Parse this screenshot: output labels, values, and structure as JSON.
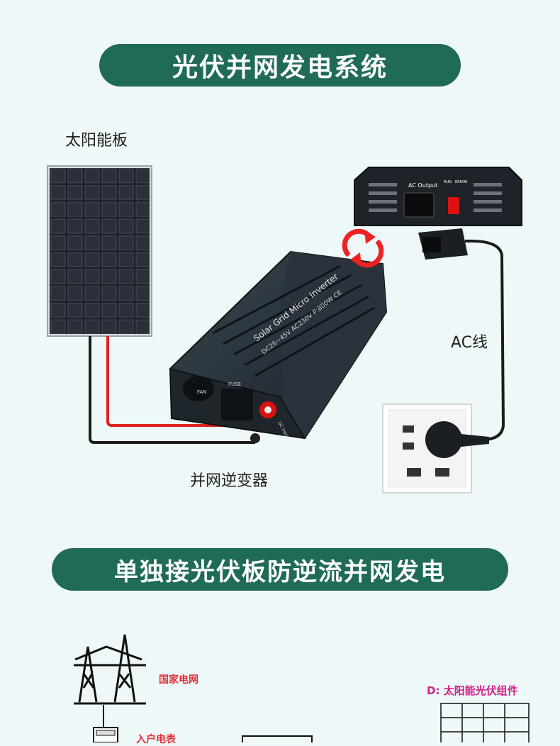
{
  "section1": {
    "title": "光伏并网发电系统",
    "panel_label": "太阳能板",
    "inverter_label": "并网逆变器",
    "ac_label": "AC线",
    "inverter_text_line1": "Solar Grid Micro Inverter",
    "inverter_text_line2": "DC26~45V AC230V P:800W CE",
    "ac_output_label": "AC Output",
    "run_label": "RUN",
    "error_label": "ERROR",
    "fan_label": "FAN",
    "fuse_label": "FUSE",
    "dc_input_label": "DC Input"
  },
  "section2": {
    "title": "单独接光伏板防逆流并网发电",
    "grid_label": "国家电网",
    "meter_label": "入户电表",
    "pv_label": "D: 太阳能光伏组件"
  },
  "colors": {
    "banner_bg": "#1f6b58",
    "background": "#eef8f8",
    "red_text": "#e0303a",
    "pink_text": "#d0208a"
  }
}
